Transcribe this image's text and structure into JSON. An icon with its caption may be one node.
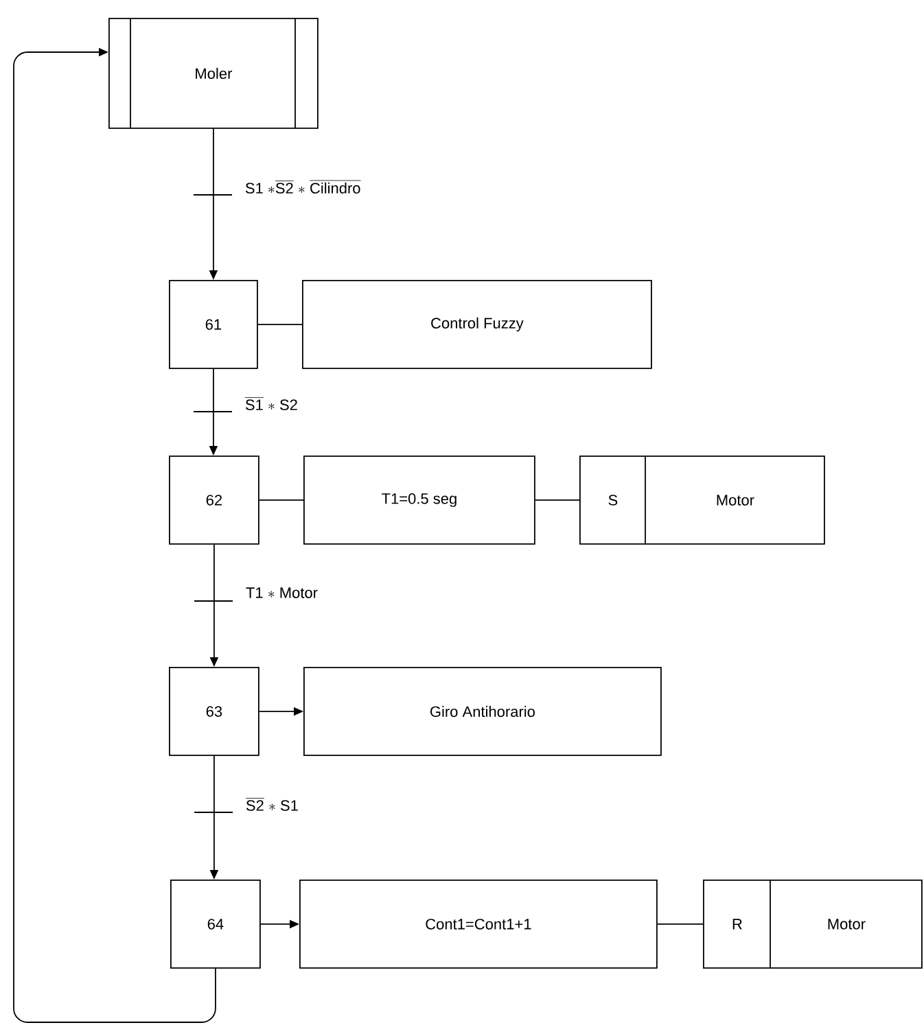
{
  "diagram": {
    "nodes": [
      {
        "text": [
          "Moler"
        ]
      },
      {
        "text": [
          "61"
        ]
      },
      {
        "text": [
          "Control Fuzzy"
        ]
      },
      {
        "text": [
          "62"
        ]
      },
      {
        "text": [
          "T1=0.5 seg"
        ]
      },
      {
        "text": [
          "S",
          "Motor"
        ]
      },
      {
        "text": [
          "63"
        ]
      },
      {
        "text": [
          "Giro Antihorario"
        ]
      },
      {
        "text": [
          "64"
        ]
      },
      {
        "text": [
          "Cont1=Cont1+1"
        ]
      },
      {
        "text": [
          "R",
          "Motor"
        ]
      }
    ],
    "edges": [
      {
        "from": 0,
        "to": 1,
        "arrow": "to",
        "label": "\\mathsf{S1}\\ {*}\\overline{\\mathsf{S2}}\\ {*}\\ \\overline{\\mathsf{Cilindro}}"
      },
      {
        "from": 1,
        "to": 2,
        "arrow": "none"
      },
      {
        "from": 1,
        "to": 3,
        "arrow": "to",
        "label": "\\overline{\\mathsf{S1}}\\ {*}\\ \\mathsf{S2}"
      },
      {
        "from": 3,
        "to": 4,
        "arrow": "none"
      },
      {
        "from": 4,
        "to": 5,
        "arrow": "none"
      },
      {
        "from": 3,
        "to": 6,
        "arrow": "to",
        "label": "\\mathsf{T1}\\ {*}\\ \\mathsf{Motor}"
      },
      {
        "from": 6,
        "to": 7,
        "arrow": "to"
      },
      {
        "from": 6,
        "to": 8,
        "arrow": "to",
        "label": "\\overline{\\mathsf{S2}}\\ {*}\\ \\mathsf{S1}"
      },
      {
        "from": 8,
        "to": 9,
        "arrow": "to"
      },
      {
        "from": 9,
        "to": 10,
        "arrow": "none"
      },
      {
        "from": 8,
        "to": 0,
        "arrow": "to"
      }
    ]
  }
}
